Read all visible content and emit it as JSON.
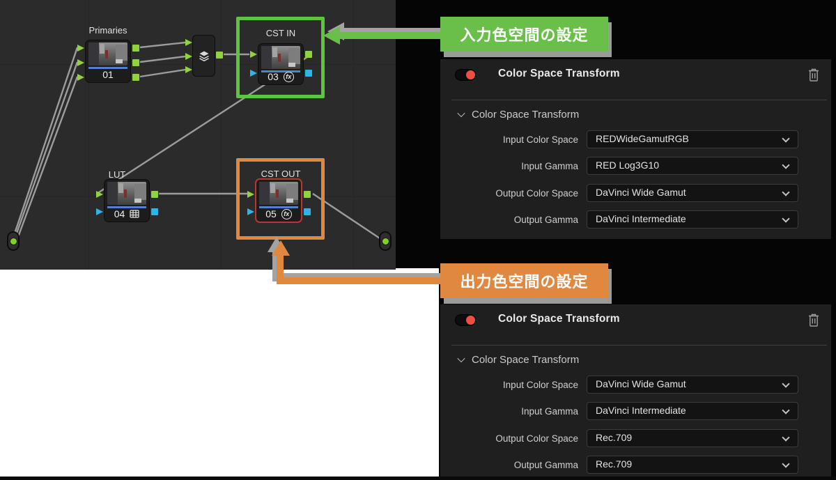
{
  "annotations": {
    "input_label": "入力色空間の設定",
    "output_label": "出力色空間の設定"
  },
  "graph": {
    "nodes": {
      "n01": {
        "num": "01",
        "title": "Primaries"
      },
      "n03": {
        "num": "03",
        "title": "CST IN",
        "badge": "fx"
      },
      "n04": {
        "num": "04",
        "title": "LUT"
      },
      "n05": {
        "num": "05",
        "title": "CST OUT",
        "badge": "fx"
      }
    }
  },
  "panels": [
    {
      "title": "Color Space Transform",
      "section": "Color Space Transform",
      "toggle_state": "on",
      "rows": [
        {
          "label": "Input Color Space",
          "value": "REDWideGamutRGB"
        },
        {
          "label": "Input Gamma",
          "value": "RED Log3G10"
        },
        {
          "label": "Output Color Space",
          "value": "DaVinci Wide Gamut"
        },
        {
          "label": "Output Gamma",
          "value": "DaVinci Intermediate"
        }
      ]
    },
    {
      "title": "Color Space Transform",
      "section": "Color Space Transform",
      "toggle_state": "on",
      "rows": [
        {
          "label": "Input Color Space",
          "value": "DaVinci Wide Gamut"
        },
        {
          "label": "Input Gamma",
          "value": "DaVinci Intermediate"
        },
        {
          "label": "Output Color Space",
          "value": "Rec.709"
        },
        {
          "label": "Output Gamma",
          "value": "Rec.709"
        }
      ]
    }
  ],
  "colors": {
    "annotation_green": "#6abf4a",
    "annotation_orange": "#e08840",
    "port_green": "#8fd43c",
    "port_blue": "#2fb4ea",
    "toggle_red": "#ee4f41",
    "selection_red": "#b5392f",
    "graph_bg": "#2b2b2b",
    "panel_bg": "#1f1f1f"
  }
}
